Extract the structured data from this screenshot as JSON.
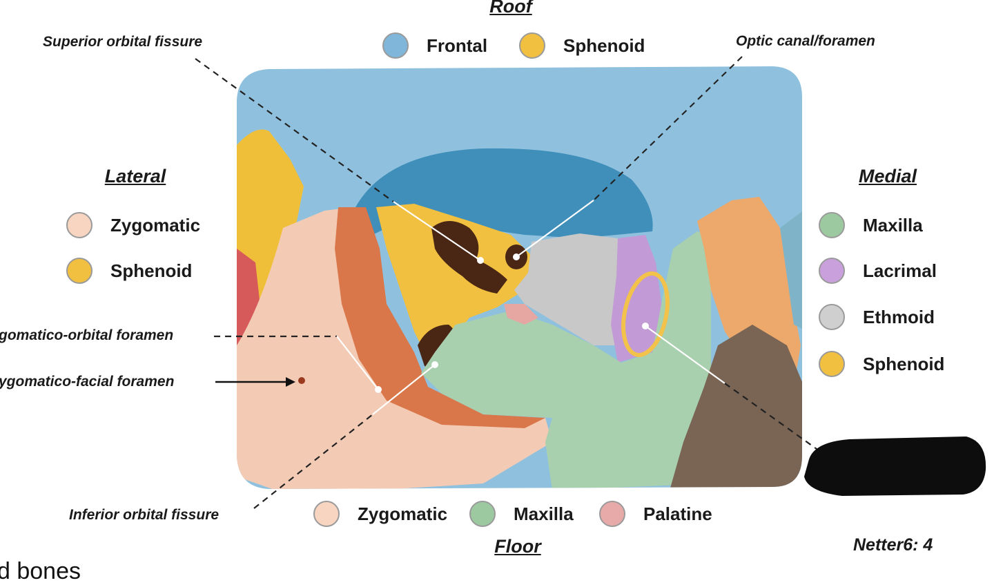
{
  "headings": {
    "roof": "Roof",
    "lateral": "Lateral",
    "medial": "Medial",
    "floor": "Floor"
  },
  "legend": {
    "roof": [
      {
        "label": "Frontal",
        "color": "#7fb6d9"
      },
      {
        "label": "Sphenoid",
        "color": "#f2c040"
      }
    ],
    "lateral": [
      {
        "label": "Zygomatic",
        "color": "#f7d5c0"
      },
      {
        "label": "Sphenoid",
        "color": "#f2c040"
      }
    ],
    "medial": [
      {
        "label": "Maxilla",
        "color": "#9cc9a0"
      },
      {
        "label": "Lacrimal",
        "color": "#c9a0dc"
      },
      {
        "label": "Ethmoid",
        "color": "#cfcfcf"
      },
      {
        "label": "Sphenoid",
        "color": "#f2c040"
      }
    ],
    "floor": [
      {
        "label": "Zygomatic",
        "color": "#f7d5c0"
      },
      {
        "label": "Maxilla",
        "color": "#9cc9a0"
      },
      {
        "label": "Palatine",
        "color": "#e8aaa8"
      }
    ]
  },
  "callouts": {
    "superior_orbital_fissure": "Superior orbital fissure",
    "optic_canal": "Optic canal/foramen",
    "zygomatico_orbital": "gomatico-orbital foramen",
    "zygomatico_facial": "ygomatico-facial foramen",
    "inferior_orbital_fissure": "Inferior orbital fissure"
  },
  "reference": "Netter6: 4",
  "cut_text": "d bones"
}
